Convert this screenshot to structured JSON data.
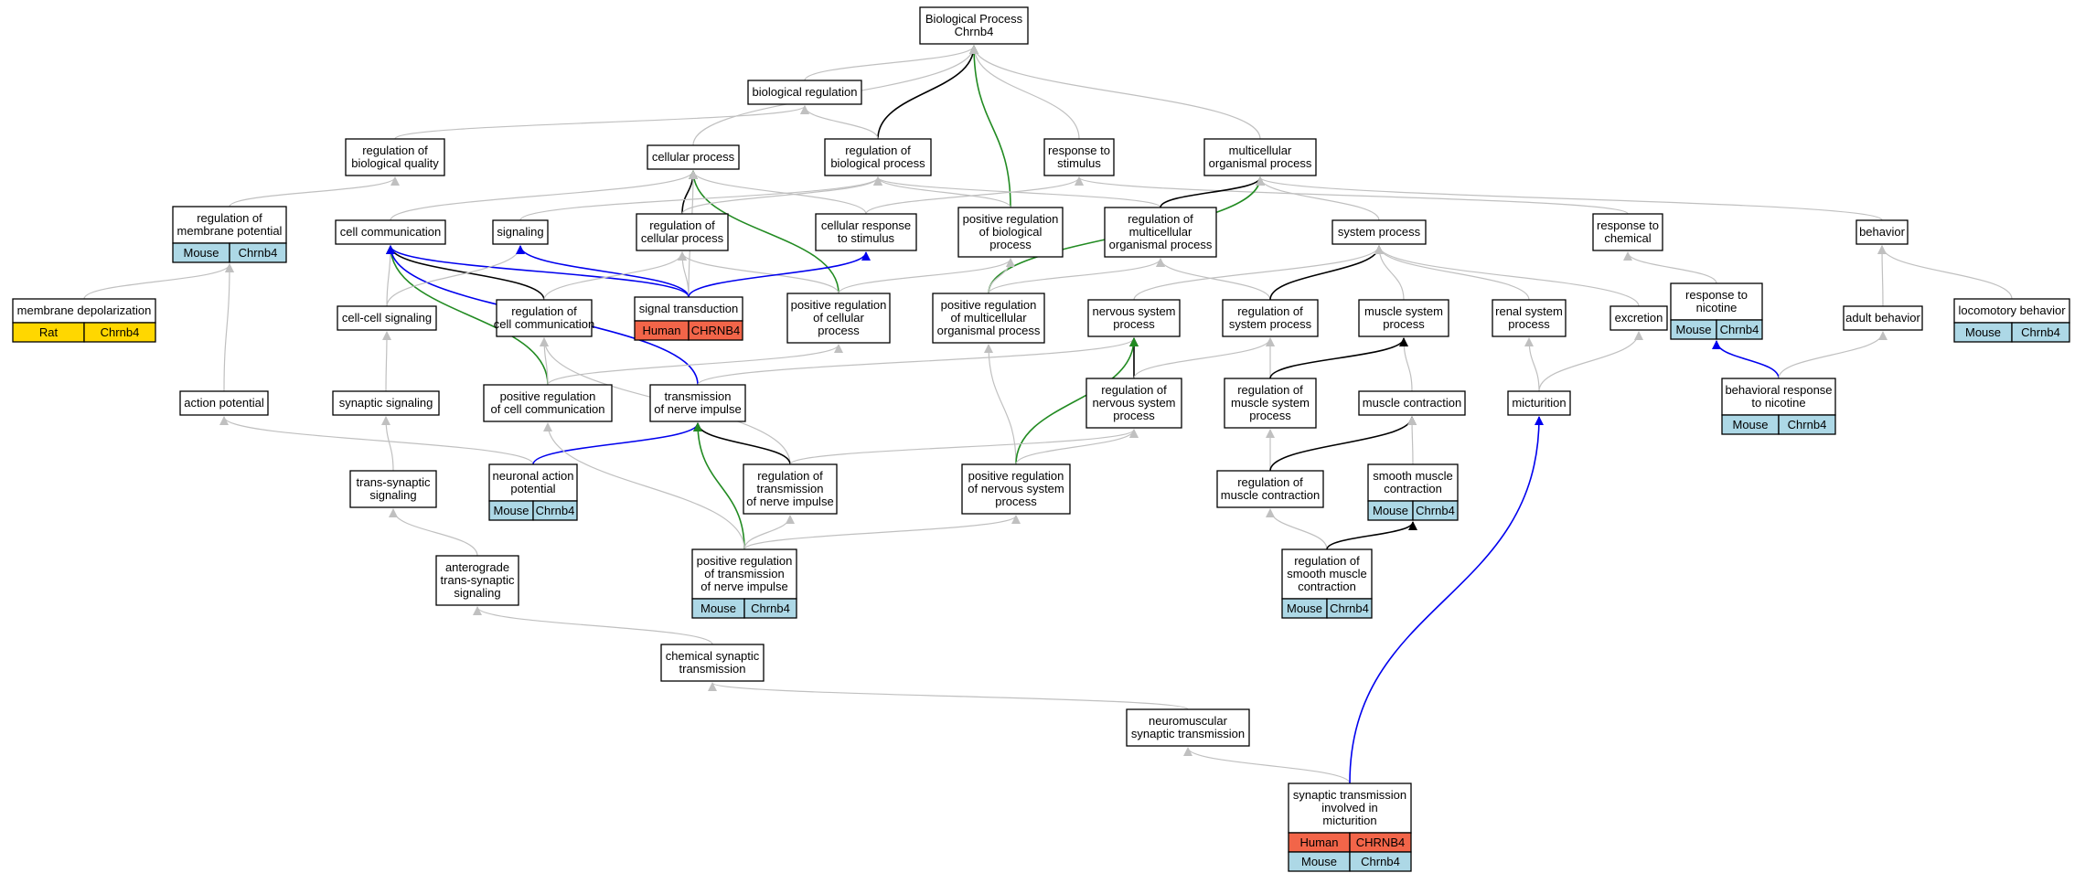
{
  "title": "Biological Process\nChrnb4",
  "colors": {
    "Human": "#f26549",
    "Mouse": "#add8e6",
    "Rat": "#ffd700",
    "edge_is_a": "#c0c0c0",
    "edge_part_of": "#000000",
    "edge_positive": "#228b22",
    "edge_annotation": "#0000ee"
  },
  "nodes": [
    {
      "id": "bp",
      "label": "Biological Process\nChrnb4"
    },
    {
      "id": "breg",
      "label": "biological regulation"
    },
    {
      "id": "rbq",
      "label": "regulation of\nbiological quality"
    },
    {
      "id": "cellp",
      "label": "cellular process"
    },
    {
      "id": "rbp",
      "label": "regulation of\nbiological process"
    },
    {
      "id": "rts",
      "label": "response to\nstimulus"
    },
    {
      "id": "mop",
      "label": "multicellular\norganismal process"
    },
    {
      "id": "rmp",
      "label": "regulation of\nmembrane potential",
      "tags": [
        [
          "Mouse",
          "Chrnb4"
        ]
      ]
    },
    {
      "id": "cc",
      "label": "cell communication"
    },
    {
      "id": "sig",
      "label": "signaling"
    },
    {
      "id": "rcp",
      "label": "regulation of\ncellular process"
    },
    {
      "id": "crs",
      "label": "cellular response\nto stimulus"
    },
    {
      "id": "prbp",
      "label": "positive regulation\nof biological\nprocess"
    },
    {
      "id": "rmop",
      "label": "regulation of\nmulticellular\norganismal process"
    },
    {
      "id": "sysp",
      "label": "system process"
    },
    {
      "id": "rtc",
      "label": "response to\nchemical"
    },
    {
      "id": "beh",
      "label": "behavior"
    },
    {
      "id": "md",
      "label": "membrane depolarization",
      "tags": [
        [
          "Rat",
          "Chrnb4"
        ]
      ]
    },
    {
      "id": "ccs",
      "label": "cell-cell signaling"
    },
    {
      "id": "rcc",
      "label": "regulation of\ncell communication"
    },
    {
      "id": "st",
      "label": "signal transduction",
      "tags": [
        [
          "Human",
          "CHRNB4"
        ]
      ]
    },
    {
      "id": "prcp",
      "label": "positive regulation\nof cellular\nprocess"
    },
    {
      "id": "prmop",
      "label": "positive regulation\nof multicellular\norganismal process"
    },
    {
      "id": "nsp",
      "label": "nervous system\nprocess"
    },
    {
      "id": "rsp",
      "label": "regulation of\nsystem process"
    },
    {
      "id": "msp",
      "label": "muscle system\nprocess"
    },
    {
      "id": "rsyp",
      "label": "renal system\nprocess"
    },
    {
      "id": "exc",
      "label": "excretion"
    },
    {
      "id": "rtn",
      "label": "response to\nnicotine",
      "tags": [
        [
          "Mouse",
          "Chrnb4"
        ]
      ]
    },
    {
      "id": "ab",
      "label": "adult behavior"
    },
    {
      "id": "lb",
      "label": "locomotory behavior",
      "tags": [
        [
          "Mouse",
          "Chrnb4"
        ]
      ]
    },
    {
      "id": "ap",
      "label": "action potential"
    },
    {
      "id": "ss",
      "label": "synaptic signaling"
    },
    {
      "id": "prcc",
      "label": "positive regulation\nof cell communication"
    },
    {
      "id": "tni",
      "label": "transmission\nof nerve impulse"
    },
    {
      "id": "rnsp",
      "label": "regulation of\nnervous system\nprocess"
    },
    {
      "id": "rmsp",
      "label": "regulation of\nmuscle system\nprocess"
    },
    {
      "id": "mc",
      "label": "muscle contraction"
    },
    {
      "id": "mic",
      "label": "micturition"
    },
    {
      "id": "brn",
      "label": "behavioral response\nto nicotine",
      "tags": [
        [
          "Mouse",
          "Chrnb4"
        ]
      ]
    },
    {
      "id": "tss",
      "label": "trans-synaptic\nsignaling"
    },
    {
      "id": "nap",
      "label": "neuronal action\npotential",
      "tags": [
        [
          "Mouse",
          "Chrnb4"
        ]
      ]
    },
    {
      "id": "rtni",
      "label": "regulation of\ntransmission\nof nerve impulse"
    },
    {
      "id": "prnsp",
      "label": "positive regulation\nof nervous system\nprocess"
    },
    {
      "id": "rmc",
      "label": "regulation of\nmuscle contraction"
    },
    {
      "id": "smc",
      "label": "smooth muscle\ncontraction",
      "tags": [
        [
          "Mouse",
          "Chrnb4"
        ]
      ]
    },
    {
      "id": "prtni",
      "label": "positive regulation\nof transmission\nof nerve impulse",
      "tags": [
        [
          "Mouse",
          "Chrnb4"
        ]
      ]
    },
    {
      "id": "rsmc",
      "label": "regulation of\nsmooth muscle\ncontraction",
      "tags": [
        [
          "Mouse",
          "Chrnb4"
        ]
      ]
    },
    {
      "id": "atss",
      "label": "anterograde\ntrans-synaptic\nsignaling"
    },
    {
      "id": "cst",
      "label": "chemical synaptic\ntransmission"
    },
    {
      "id": "nmst",
      "label": "neuromuscular\nsynaptic transmission"
    },
    {
      "id": "stim",
      "label": "synaptic transmission\ninvolved in\nmicturition",
      "tags": [
        [
          "Human",
          "CHRNB4"
        ],
        [
          "Mouse",
          "Chrnb4"
        ]
      ]
    }
  ],
  "edges": [
    {
      "from": "breg",
      "to": "bp",
      "type": "is_a"
    },
    {
      "from": "cellp",
      "to": "bp",
      "type": "is_a"
    },
    {
      "from": "rbp",
      "to": "bp",
      "type": "part_of"
    },
    {
      "from": "prbp",
      "to": "bp",
      "type": "positive"
    },
    {
      "from": "rts",
      "to": "bp",
      "type": "is_a"
    },
    {
      "from": "mop",
      "to": "bp",
      "type": "is_a"
    },
    {
      "from": "rbq",
      "to": "breg",
      "type": "is_a"
    },
    {
      "from": "rbp",
      "to": "breg",
      "type": "is_a"
    },
    {
      "from": "rmp",
      "to": "rbq",
      "type": "is_a"
    },
    {
      "from": "cc",
      "to": "cellp",
      "type": "is_a"
    },
    {
      "from": "rcp",
      "to": "cellp",
      "type": "part_of"
    },
    {
      "from": "st",
      "to": "cellp",
      "type": "is_a"
    },
    {
      "from": "prcp",
      "to": "cellp",
      "type": "positive"
    },
    {
      "from": "crs",
      "to": "cellp",
      "type": "is_a"
    },
    {
      "from": "sig",
      "to": "rbp",
      "type": "is_a"
    },
    {
      "from": "rcp",
      "to": "rbp",
      "type": "is_a"
    },
    {
      "from": "prbp",
      "to": "rbp",
      "type": "is_a"
    },
    {
      "from": "rmop",
      "to": "rbp",
      "type": "is_a"
    },
    {
      "from": "crs",
      "to": "rts",
      "type": "is_a"
    },
    {
      "from": "rtc",
      "to": "rts",
      "type": "is_a"
    },
    {
      "from": "rmop",
      "to": "mop",
      "type": "part_of"
    },
    {
      "from": "prmop",
      "to": "mop",
      "type": "positive"
    },
    {
      "from": "sysp",
      "to": "mop",
      "type": "is_a"
    },
    {
      "from": "beh",
      "to": "mop",
      "type": "is_a"
    },
    {
      "from": "md",
      "to": "rmp",
      "type": "is_a"
    },
    {
      "from": "ap",
      "to": "rmp",
      "type": "is_a"
    },
    {
      "from": "ccs",
      "to": "cc",
      "type": "is_a"
    },
    {
      "from": "rcc",
      "to": "cc",
      "type": "part_of"
    },
    {
      "from": "st",
      "to": "cc",
      "type": "annotation"
    },
    {
      "from": "prcc",
      "to": "cc",
      "type": "positive"
    },
    {
      "from": "tni",
      "to": "cc",
      "type": "annotation"
    },
    {
      "from": "ccs",
      "to": "sig",
      "type": "is_a"
    },
    {
      "from": "st",
      "to": "sig",
      "type": "annotation"
    },
    {
      "from": "st",
      "to": "rcp",
      "type": "is_a"
    },
    {
      "from": "rcc",
      "to": "rcp",
      "type": "is_a"
    },
    {
      "from": "prcp",
      "to": "rcp",
      "type": "is_a"
    },
    {
      "from": "st",
      "to": "crs",
      "type": "annotation"
    },
    {
      "from": "prcp",
      "to": "prbp",
      "type": "is_a"
    },
    {
      "from": "prmop",
      "to": "prbp",
      "type": "is_a"
    },
    {
      "from": "rsp",
      "to": "rmop",
      "type": "is_a"
    },
    {
      "from": "prmop",
      "to": "rmop",
      "type": "is_a"
    },
    {
      "from": "nsp",
      "to": "sysp",
      "type": "is_a"
    },
    {
      "from": "rsp",
      "to": "sysp",
      "type": "part_of"
    },
    {
      "from": "msp",
      "to": "sysp",
      "type": "is_a"
    },
    {
      "from": "rsyp",
      "to": "sysp",
      "type": "is_a"
    },
    {
      "from": "exc",
      "to": "sysp",
      "type": "is_a"
    },
    {
      "from": "rtn",
      "to": "rtc",
      "type": "is_a"
    },
    {
      "from": "ab",
      "to": "beh",
      "type": "is_a"
    },
    {
      "from": "lb",
      "to": "beh",
      "type": "is_a"
    },
    {
      "from": "ss",
      "to": "ccs",
      "type": "is_a"
    },
    {
      "from": "prcc",
      "to": "rcc",
      "type": "is_a"
    },
    {
      "from": "rtni",
      "to": "rcc",
      "type": "is_a"
    },
    {
      "from": "prcc",
      "to": "prcp",
      "type": "is_a"
    },
    {
      "from": "prnsp",
      "to": "prmop",
      "type": "is_a"
    },
    {
      "from": "tni",
      "to": "nsp",
      "type": "is_a"
    },
    {
      "from": "rnsp",
      "to": "nsp",
      "type": "part_of"
    },
    {
      "from": "prnsp",
      "to": "nsp",
      "type": "positive"
    },
    {
      "from": "rnsp",
      "to": "rsp",
      "type": "is_a"
    },
    {
      "from": "rmsp",
      "to": "rsp",
      "type": "is_a"
    },
    {
      "from": "mc",
      "to": "msp",
      "type": "is_a"
    },
    {
      "from": "rmsp",
      "to": "msp",
      "type": "part_of"
    },
    {
      "from": "mic",
      "to": "rsyp",
      "type": "is_a"
    },
    {
      "from": "mic",
      "to": "exc",
      "type": "is_a"
    },
    {
      "from": "brn",
      "to": "rtn",
      "type": "annotation"
    },
    {
      "from": "brn",
      "to": "ab",
      "type": "is_a"
    },
    {
      "from": "nap",
      "to": "ap",
      "type": "is_a"
    },
    {
      "from": "tss",
      "to": "ss",
      "type": "is_a"
    },
    {
      "from": "nap",
      "to": "tni",
      "type": "annotation"
    },
    {
      "from": "rtni",
      "to": "tni",
      "type": "part_of"
    },
    {
      "from": "prtni",
      "to": "tni",
      "type": "positive"
    },
    {
      "from": "rtni",
      "to": "rnsp",
      "type": "is_a"
    },
    {
      "from": "prnsp",
      "to": "rnsp",
      "type": "is_a"
    },
    {
      "from": "rmc",
      "to": "rmsp",
      "type": "is_a"
    },
    {
      "from": "rmc",
      "to": "mc",
      "type": "part_of"
    },
    {
      "from": "smc",
      "to": "mc",
      "type": "is_a"
    },
    {
      "from": "atss",
      "to": "tss",
      "type": "is_a"
    },
    {
      "from": "prtni",
      "to": "rtni",
      "type": "is_a"
    },
    {
      "from": "prtni",
      "to": "prnsp",
      "type": "is_a"
    },
    {
      "from": "prtni",
      "to": "prcc",
      "type": "is_a"
    },
    {
      "from": "rsmc",
      "to": "rmc",
      "type": "is_a"
    },
    {
      "from": "rsmc",
      "to": "smc",
      "type": "part_of"
    },
    {
      "from": "cst",
      "to": "atss",
      "type": "is_a"
    },
    {
      "from": "nmst",
      "to": "cst",
      "type": "is_a"
    },
    {
      "from": "stim",
      "to": "nmst",
      "type": "is_a"
    },
    {
      "from": "stim",
      "to": "mic",
      "type": "annotation"
    }
  ]
}
